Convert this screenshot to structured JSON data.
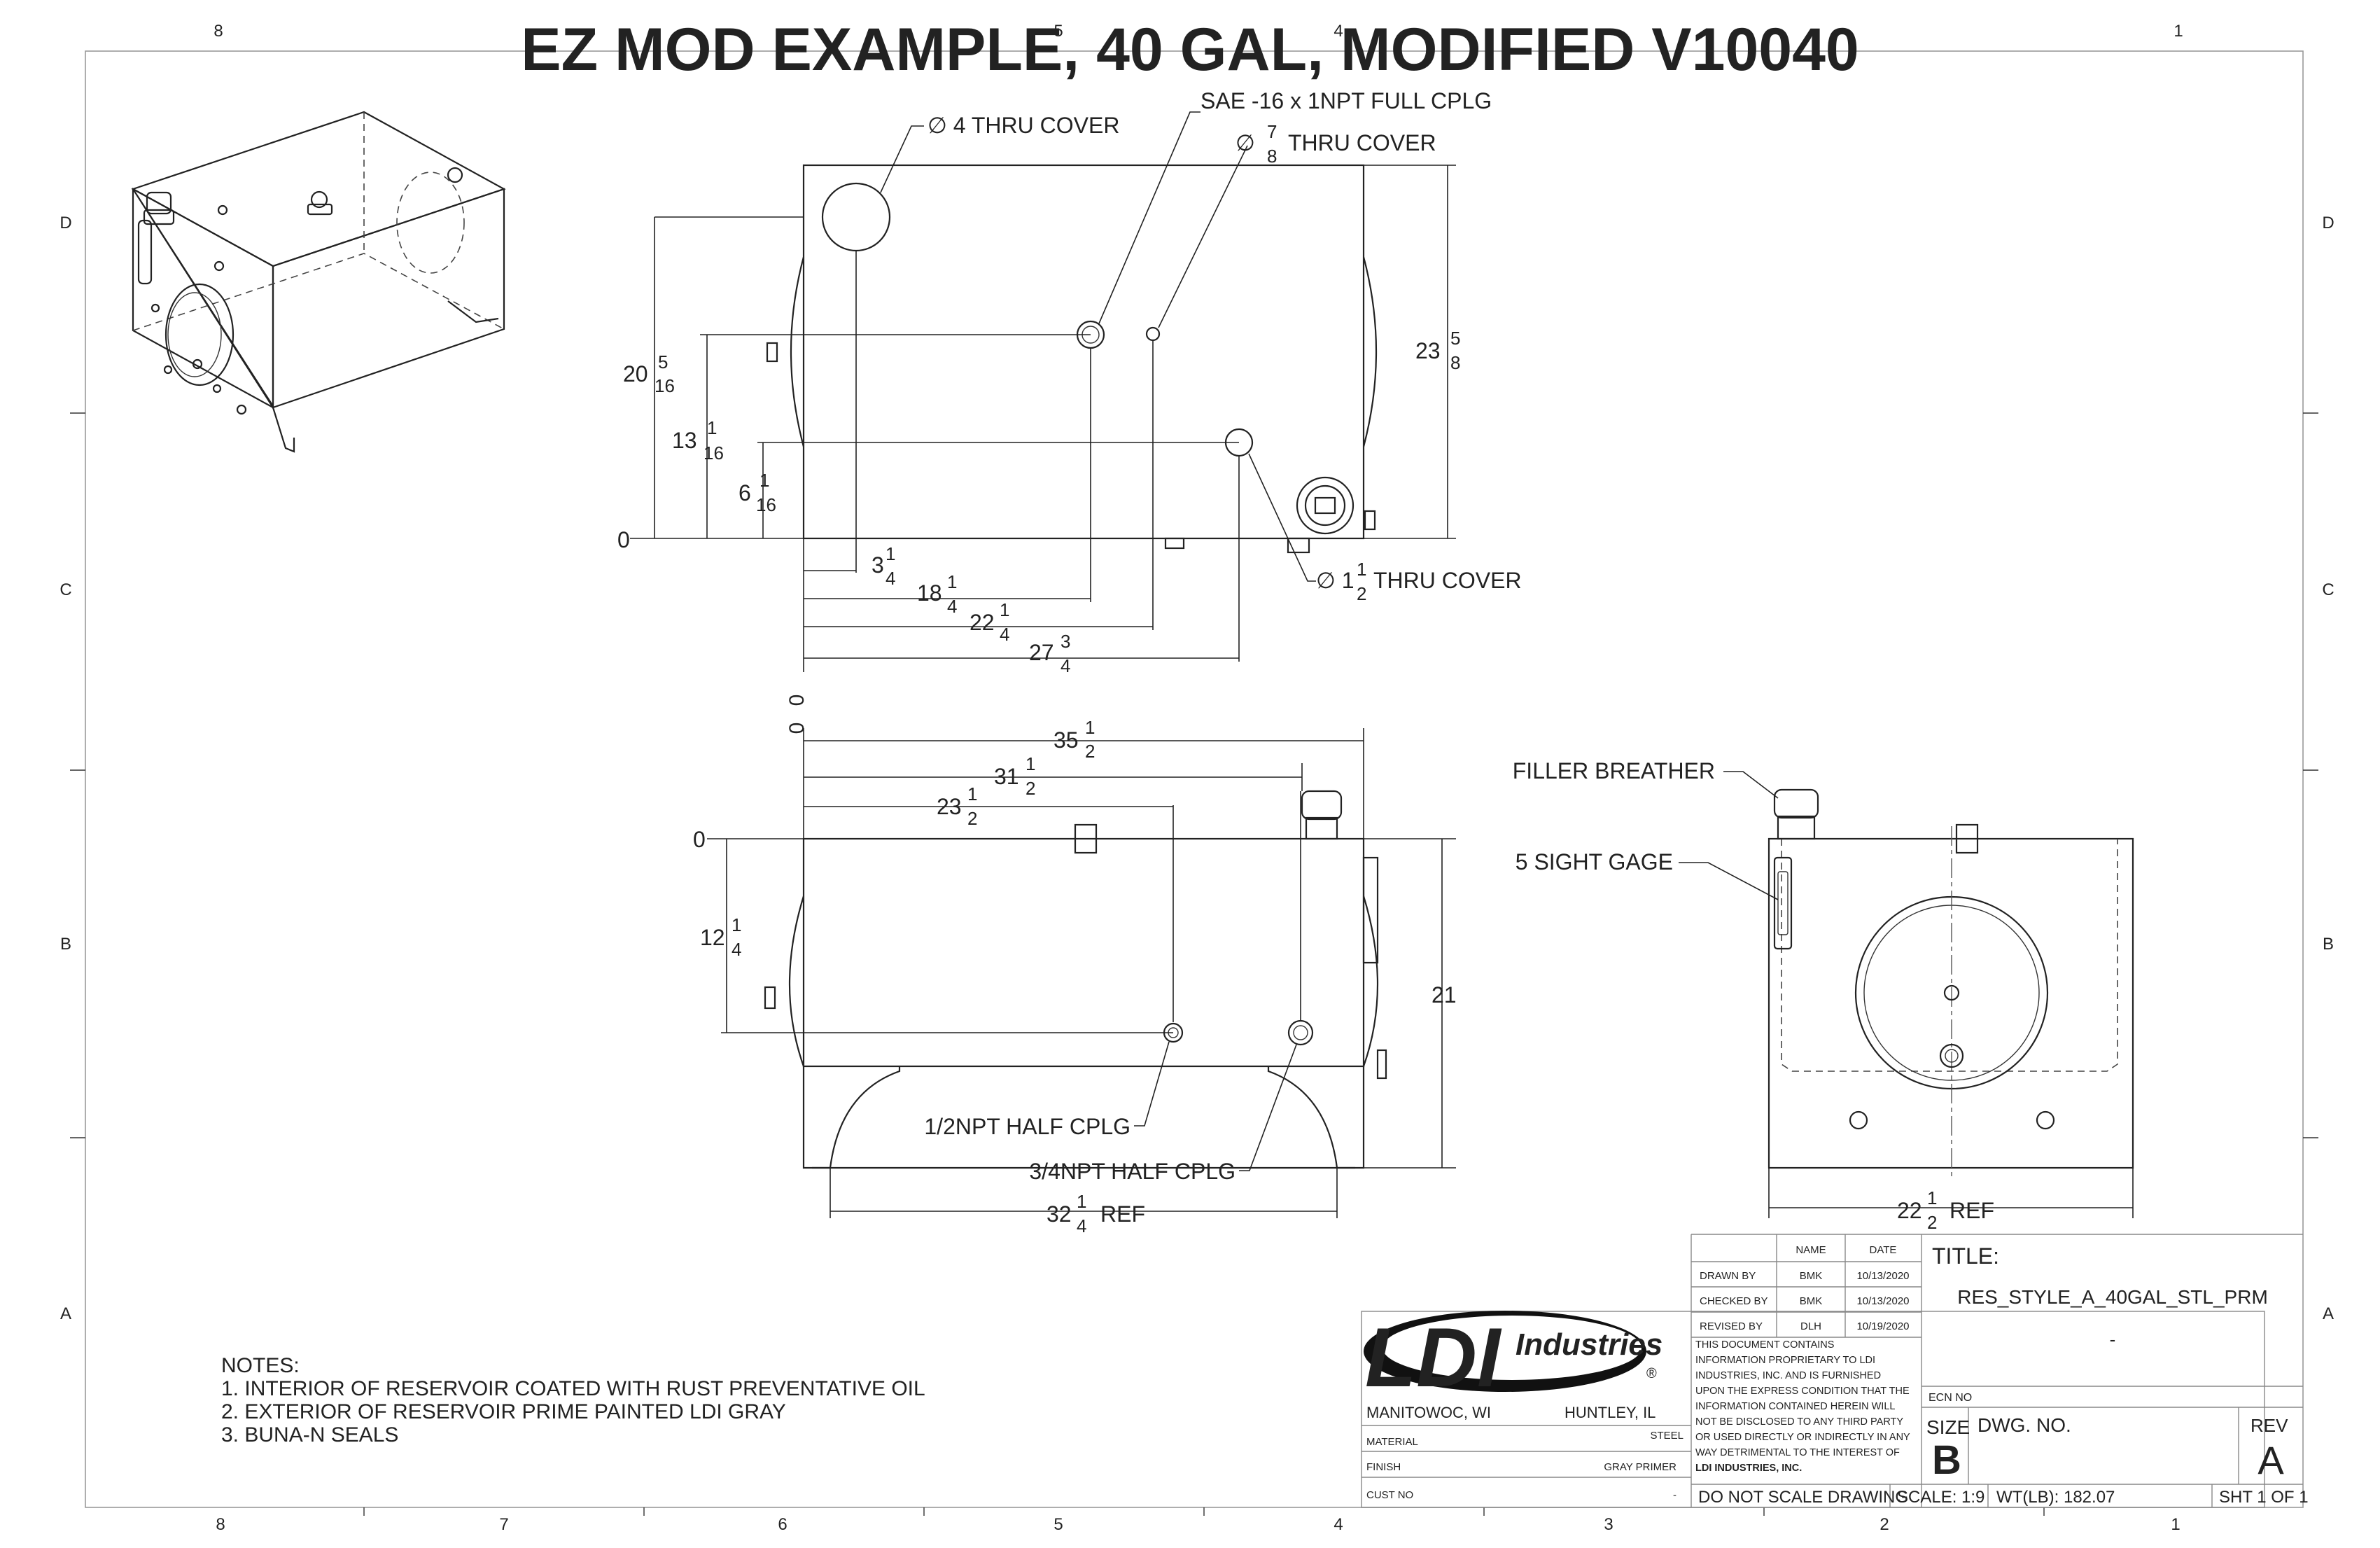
{
  "title": "EZ MOD EXAMPLE, 40 GAL, MODIFIED V10040",
  "border": {
    "cols_top": [
      "8",
      "5",
      "4",
      "1"
    ],
    "cols_bottom": [
      "8",
      "7",
      "6",
      "5",
      "4",
      "3",
      "2",
      "1"
    ],
    "rows_left": [
      "D",
      "C",
      "B",
      "A"
    ],
    "rows_right": [
      "D",
      "C",
      "B",
      "A"
    ]
  },
  "top_view": {
    "callouts": {
      "hole_4": "∅ 4 THRU COVER",
      "sae": "SAE -16 x 1NPT FULL CPLG",
      "hole_78_prefix": "∅",
      "hole_78_num": "7",
      "hole_78_den": "8",
      "hole_78_suffix": "THRU COVER",
      "hole_112_prefix": "∅ 1",
      "hole_112_num": "1",
      "hole_112_den": "2",
      "hole_112_suffix": "THRU COVER"
    },
    "dims": {
      "v_20": {
        "whole": "20",
        "num": "5",
        "den": "16"
      },
      "v_13": {
        "whole": "13",
        "num": "1",
        "den": "16"
      },
      "v_6": {
        "whole": "6",
        "num": "1",
        "den": "16"
      },
      "zero": "0",
      "h_3": {
        "whole": "3",
        "num": "1",
        "den": "4"
      },
      "h_18": {
        "whole": "18",
        "num": "1",
        "den": "4"
      },
      "h_22": {
        "whole": "22",
        "num": "1",
        "den": "4"
      },
      "h_27": {
        "whole": "27",
        "num": "3",
        "den": "4"
      },
      "right_23": {
        "whole": "23",
        "num": "5",
        "den": "8"
      }
    }
  },
  "front_view": {
    "zero_marks": [
      "0",
      "0"
    ],
    "dims": {
      "h_35": {
        "whole": "35",
        "num": "1",
        "den": "2"
      },
      "h_31": {
        "whole": "31",
        "num": "1",
        "den": "2"
      },
      "h_23": {
        "whole": "23",
        "num": "1",
        "den": "2"
      },
      "zero": "0",
      "v_12": {
        "whole": "12",
        "num": "1",
        "den": "4"
      },
      "right_21": "21",
      "bottom_32": {
        "whole": "32",
        "num": "1",
        "den": "4",
        "suffix": "REF"
      }
    },
    "callouts": {
      "half_npt": "1/2NPT HALF CPLG",
      "threequarter_npt": "3/4NPT HALF CPLG"
    }
  },
  "side_view": {
    "filler": "FILLER BREATHER",
    "sight": "5 SIGHT GAGE",
    "bottom_22": {
      "whole": "22",
      "num": "1",
      "den": "2",
      "suffix": "REF"
    }
  },
  "notes": {
    "heading": "NOTES:",
    "items": [
      "1. INTERIOR OF RESERVOIR COATED WITH RUST PREVENTATIVE OIL",
      "2. EXTERIOR OF RESERVOIR PRIME PAINTED LDI GRAY",
      "3. BUNA-N SEALS"
    ]
  },
  "title_block": {
    "logo_text": "LDI",
    "logo_industries": "Industries",
    "reg": "®",
    "loc_left": "MANITOWOC, WI",
    "loc_right": "HUNTLEY, IL",
    "material_label": "MATERIAL",
    "material_value": "STEEL",
    "finish_label": "FINISH",
    "finish_value": "GRAY PRIMER",
    "cust_label": "CUST NO",
    "cust_value": "-",
    "hdr_name": "NAME",
    "hdr_date": "DATE",
    "drawn_label": "DRAWN BY",
    "drawn_name": "BMK",
    "drawn_date": "10/13/2020",
    "checked_label": "CHECKED BY",
    "checked_name": "BMK",
    "checked_date": "10/13/2020",
    "revised_label": "REVISED BY",
    "revised_name": "DLH",
    "revised_date": "10/19/2020",
    "proprietary": [
      "THIS DOCUMENT CONTAINS",
      "INFORMATION PROPRIETARY TO LDI",
      "INDUSTRIES, INC. AND IS FURNISHED",
      "UPON THE EXPRESS CONDITION THAT THE",
      "INFORMATION CONTAINED HEREIN WILL",
      "NOT BE DISCLOSED TO ANY THIRD PARTY",
      "OR USED DIRECTLY OR INDIRECTLY IN ANY",
      "WAY DETRIMENTAL TO THE INTEREST OF",
      "LDI INDUSTRIES, INC."
    ],
    "title_label": "TITLE:",
    "title_value": "RES_STYLE_A_40GAL_STL_PRM",
    "title_dash": "-",
    "ecn_label": "ECN NO",
    "size_label": "SIZE",
    "size_value": "B",
    "dwg_label": "DWG.  NO.",
    "rev_label": "REV",
    "rev_value": "A",
    "do_not_scale": "DO NOT SCALE DRAWING",
    "scale": "SCALE: 1:9",
    "weight": "WT(LB): 182.07",
    "sheet": "SHT 1 OF 1"
  }
}
